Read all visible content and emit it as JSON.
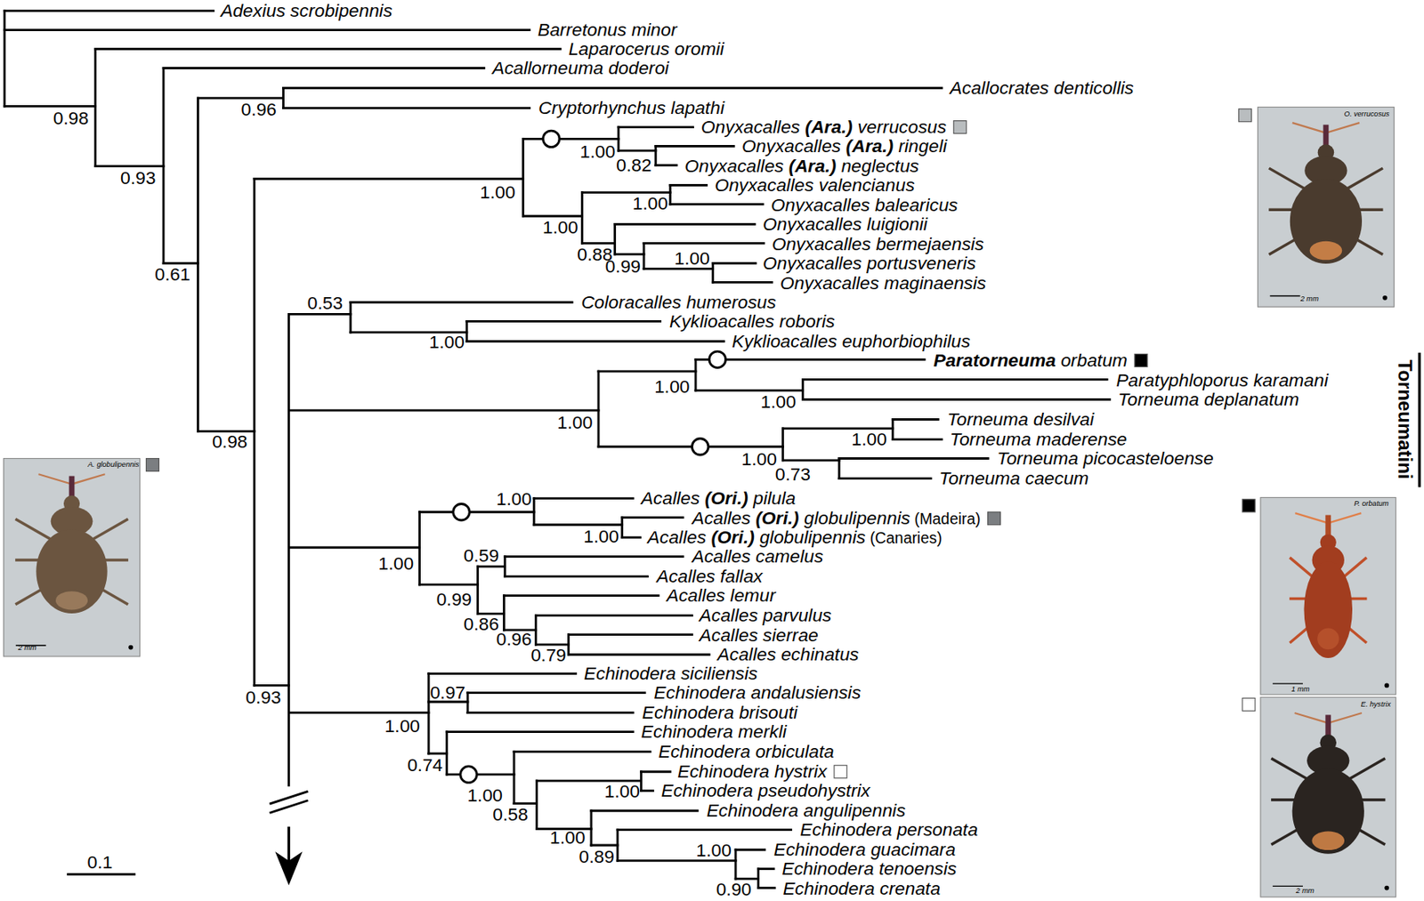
{
  "diagram": {
    "labels": [
      "Adexius scrobipennis",
      "Barretonus minor",
      "Laparocerus oromii",
      "Acallorneuma doderoi",
      "Acallocrates denticollis",
      "Cryptorhynchus lapathi",
      "0.96",
      "0.98",
      "Onyxacalles (Ara.) verrucosus",
      "Onyxacalles (Ara.) ringeli",
      "1.00",
      "0.82",
      "Onyxacalles (Ara.) neglectus",
      "0.93",
      "Onyxacalles valencianus",
      "1.00",
      "1.00",
      "Onyxacalles balearicus",
      "Onyxacalles luigionii",
      "1.00",
      "Onyxacalles bermejaensis",
      "0.88",
      "1.00",
      "Onyxacalles portusveneris",
      "0.99",
      "0.61",
      "Onyxacalles maginaensis",
      "0.53",
      "Coloracalles humerosus",
      "Kyklioacalles roboris",
      "1.00",
      "Kyklioacalles euphorbiophilus",
      "Paratorneuma orbatum",
      "1.00",
      "Paratyphloporus karamani",
      "1.00",
      "Torneuma deplanatum",
      "Torneumatini",
      "1.00",
      "Torneuma desilvai",
      "1.00",
      "Torneuma maderense",
      "0.98",
      "1.00",
      "Torneuma picocasteloense",
      "0.73",
      "Torneuma caecum",
      "1.00",
      "Acalles (Ori.) pilula",
      "Acalles (Ori.) globulipennis (Madeira)",
      "1.00",
      "Acalles (Ori.) globulipennis (Canaries)",
      "0.59",
      "Acalles camelus",
      "1.00",
      "Acalles fallax",
      "Acalles lemur",
      "0.99",
      "Acalles parvulus",
      "0.86",
      "Acalles sierrae",
      "0.96",
      "Acalles echinatus",
      "0.79",
      "Echinodera siciliensis",
      "0.97",
      "Echinodera andalusiensis",
      "0.93",
      "Echinodera brisouti",
      "1.00",
      "Echinodera merkli",
      "Echinodera orbiculata",
      "0.74",
      "Echinodera hystrix",
      "1.00",
      "Echinodera pseudohystrix",
      "1.00",
      "Echinodera angulipennis",
      "0.58",
      "Echinodera personata",
      "1.00",
      "1.00",
      "Echinodera guacimara",
      "0.89",
      "Echinodera tenoensis",
      "0.90",
      "Echinodera crenata",
      "0.1",
      "O. verrucosus",
      "2 mm",
      "A. globulipennis",
      "2 mm",
      "P. orbatum",
      "1 mm",
      "E. hystrix",
      "2 mm"
    ]
  }
}
